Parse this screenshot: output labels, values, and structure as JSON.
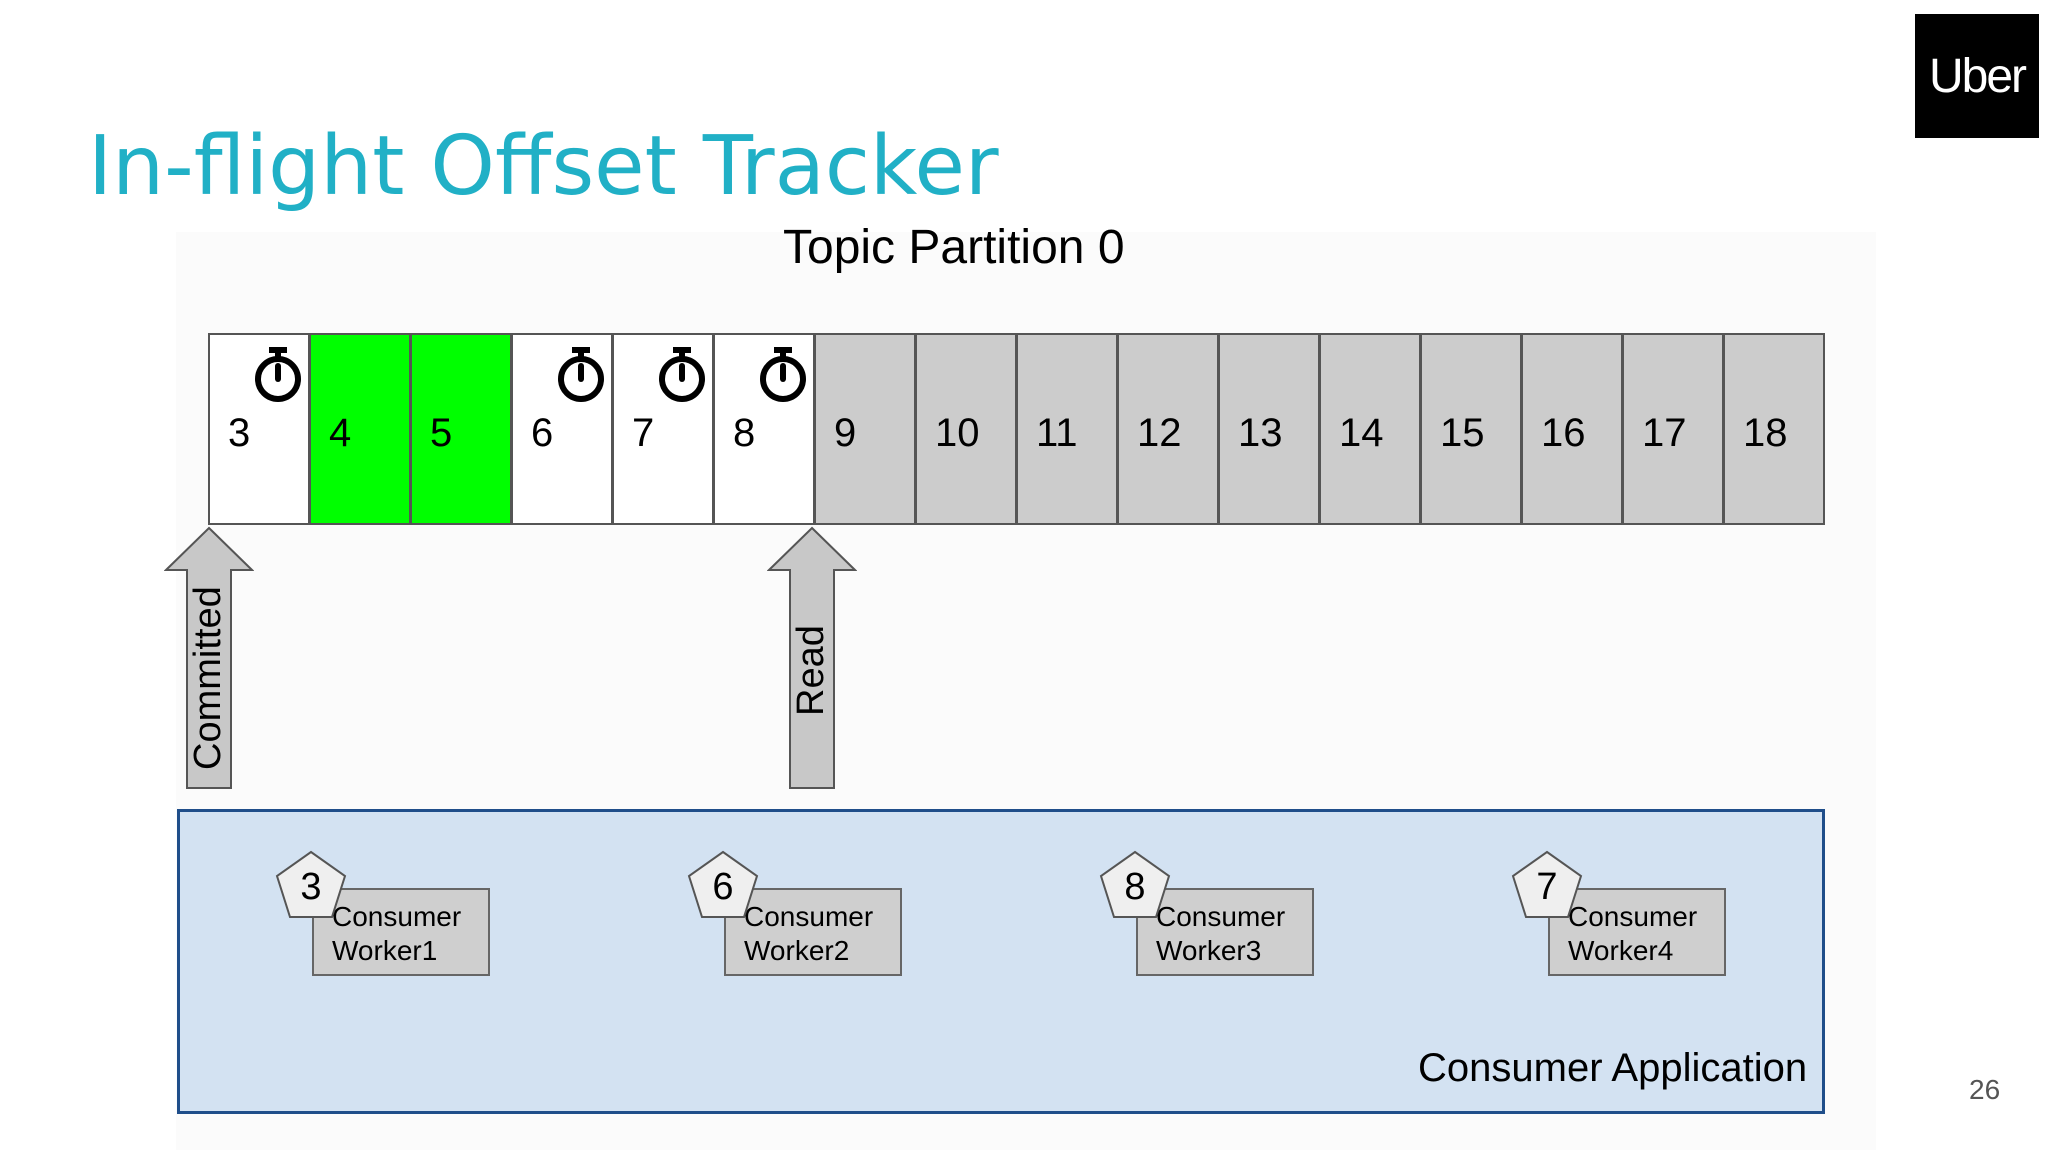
{
  "slide": {
    "title": "In-flight Offset Tracker",
    "logo": "Uber",
    "page_number": "26"
  },
  "partition": {
    "title": "Topic Partition 0",
    "offsets": [
      {
        "label": "3",
        "state": "in-flight"
      },
      {
        "label": "4",
        "state": "done"
      },
      {
        "label": "5",
        "state": "done"
      },
      {
        "label": "6",
        "state": "in-flight"
      },
      {
        "label": "7",
        "state": "in-flight"
      },
      {
        "label": "8",
        "state": "in-flight"
      },
      {
        "label": "9",
        "state": "unread"
      },
      {
        "label": "10",
        "state": "unread"
      },
      {
        "label": "11",
        "state": "unread"
      },
      {
        "label": "12",
        "state": "unread"
      },
      {
        "label": "13",
        "state": "unread"
      },
      {
        "label": "14",
        "state": "unread"
      },
      {
        "label": "15",
        "state": "unread"
      },
      {
        "label": "16",
        "state": "unread"
      },
      {
        "label": "17",
        "state": "unread"
      },
      {
        "label": "18",
        "state": "unread"
      }
    ],
    "timer_icon": "stopwatch-icon"
  },
  "pointers": {
    "committed": "Committed",
    "read": "Read"
  },
  "consumer_app": {
    "label": "Consumer Application",
    "workers": [
      {
        "name_line1": "Consumer",
        "name_line2": "Worker1",
        "offset": "3"
      },
      {
        "name_line1": "Consumer",
        "name_line2": "Worker2",
        "offset": "6"
      },
      {
        "name_line1": "Consumer",
        "name_line2": "Worker3",
        "offset": "8"
      },
      {
        "name_line1": "Consumer",
        "name_line2": "Worker4",
        "offset": "7"
      }
    ]
  },
  "colors": {
    "title": "#21b0c6",
    "done": "#00ff00",
    "in_flight": "#ffffff",
    "unread": "#cccccc",
    "app_fill": "#d3e2f2",
    "app_border": "#1f4e8a"
  }
}
